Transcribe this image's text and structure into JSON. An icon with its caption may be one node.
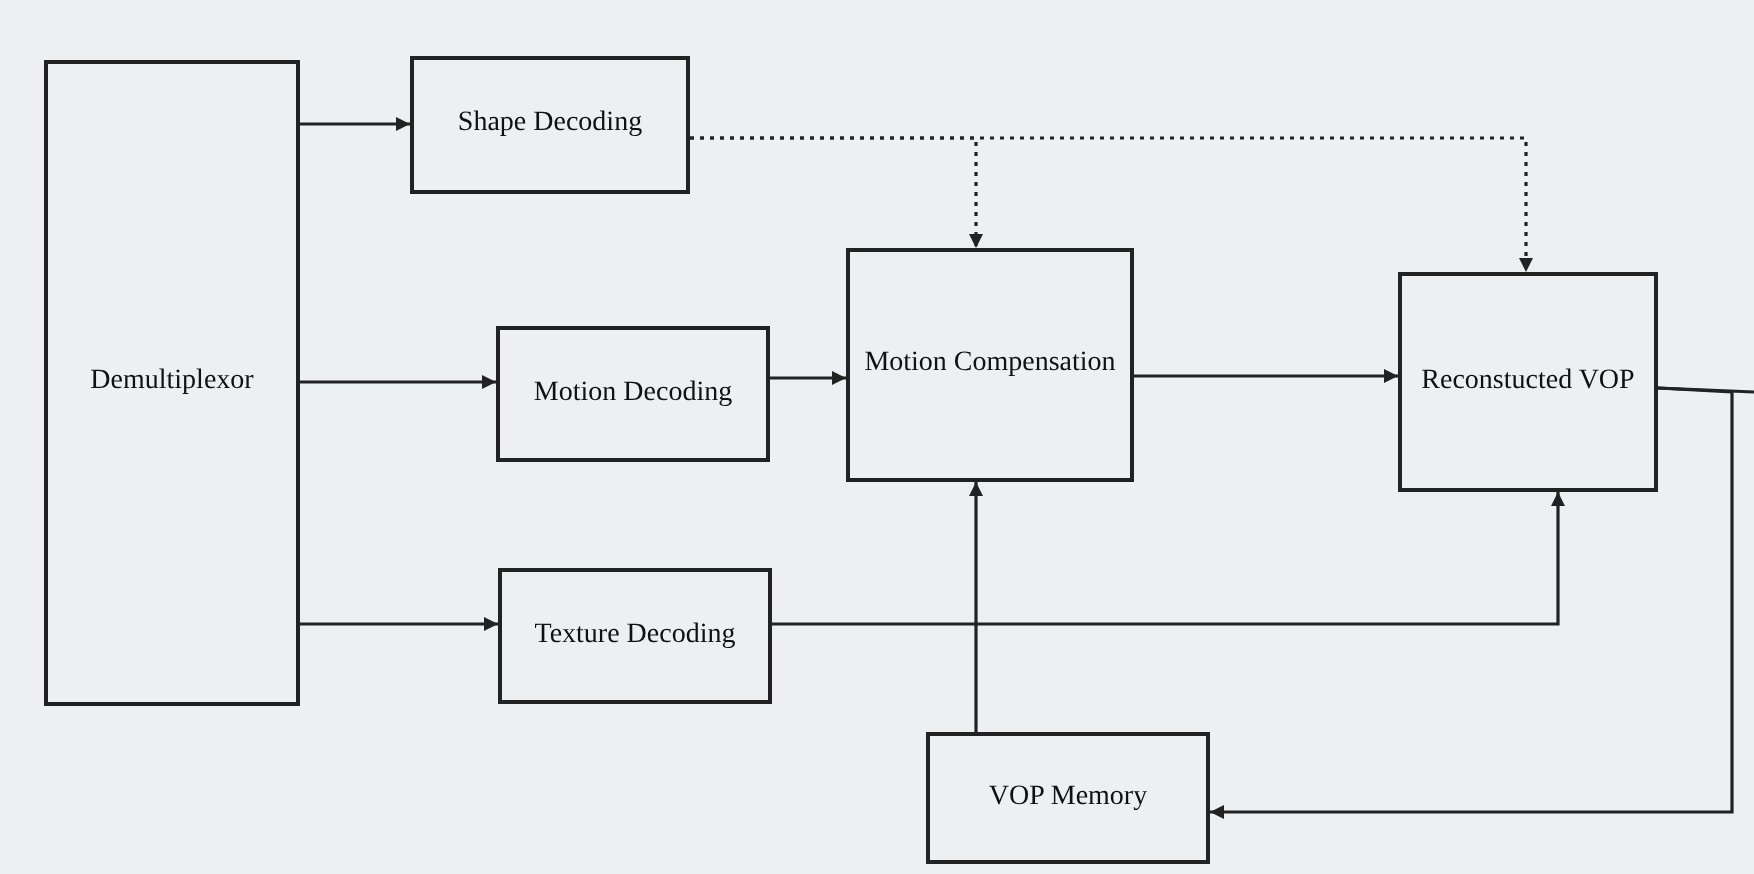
{
  "diagram": {
    "nodes": [
      {
        "text": [
          "Demultiplexor"
        ]
      },
      {
        "text": [
          "Shape Decoding"
        ]
      },
      {
        "text": [
          "Motion Decoding"
        ]
      },
      {
        "text": [
          "Texture Decoding"
        ]
      },
      {
        "text": [
          "Motion Compensation"
        ]
      },
      {
        "text": [
          "Reconstucted VOP"
        ]
      },
      {
        "text": [
          "VOP Memory"
        ]
      }
    ],
    "edges": [
      {
        "from": 0,
        "to": 1,
        "arrow": "to"
      },
      {
        "from": 0,
        "to": 2,
        "arrow": "to"
      },
      {
        "from": 0,
        "to": 3,
        "arrow": "to"
      },
      {
        "from": 1,
        "to": 4,
        "arrow": "to",
        "style": "dashed"
      },
      {
        "from": 1,
        "to": 5,
        "arrow": "to",
        "style": "dashed"
      },
      {
        "from": 2,
        "to": 4,
        "arrow": "to"
      },
      {
        "from": 4,
        "to": 5,
        "arrow": "to"
      },
      {
        "from": 3,
        "to": 5,
        "arrow": "to"
      },
      {
        "from": 6,
        "to": 4,
        "arrow": "to"
      },
      {
        "from": 5,
        "to": 6,
        "arrow": "to"
      },
      {
        "from": 5,
        "to": null,
        "arrow": "none"
      }
    ]
  }
}
